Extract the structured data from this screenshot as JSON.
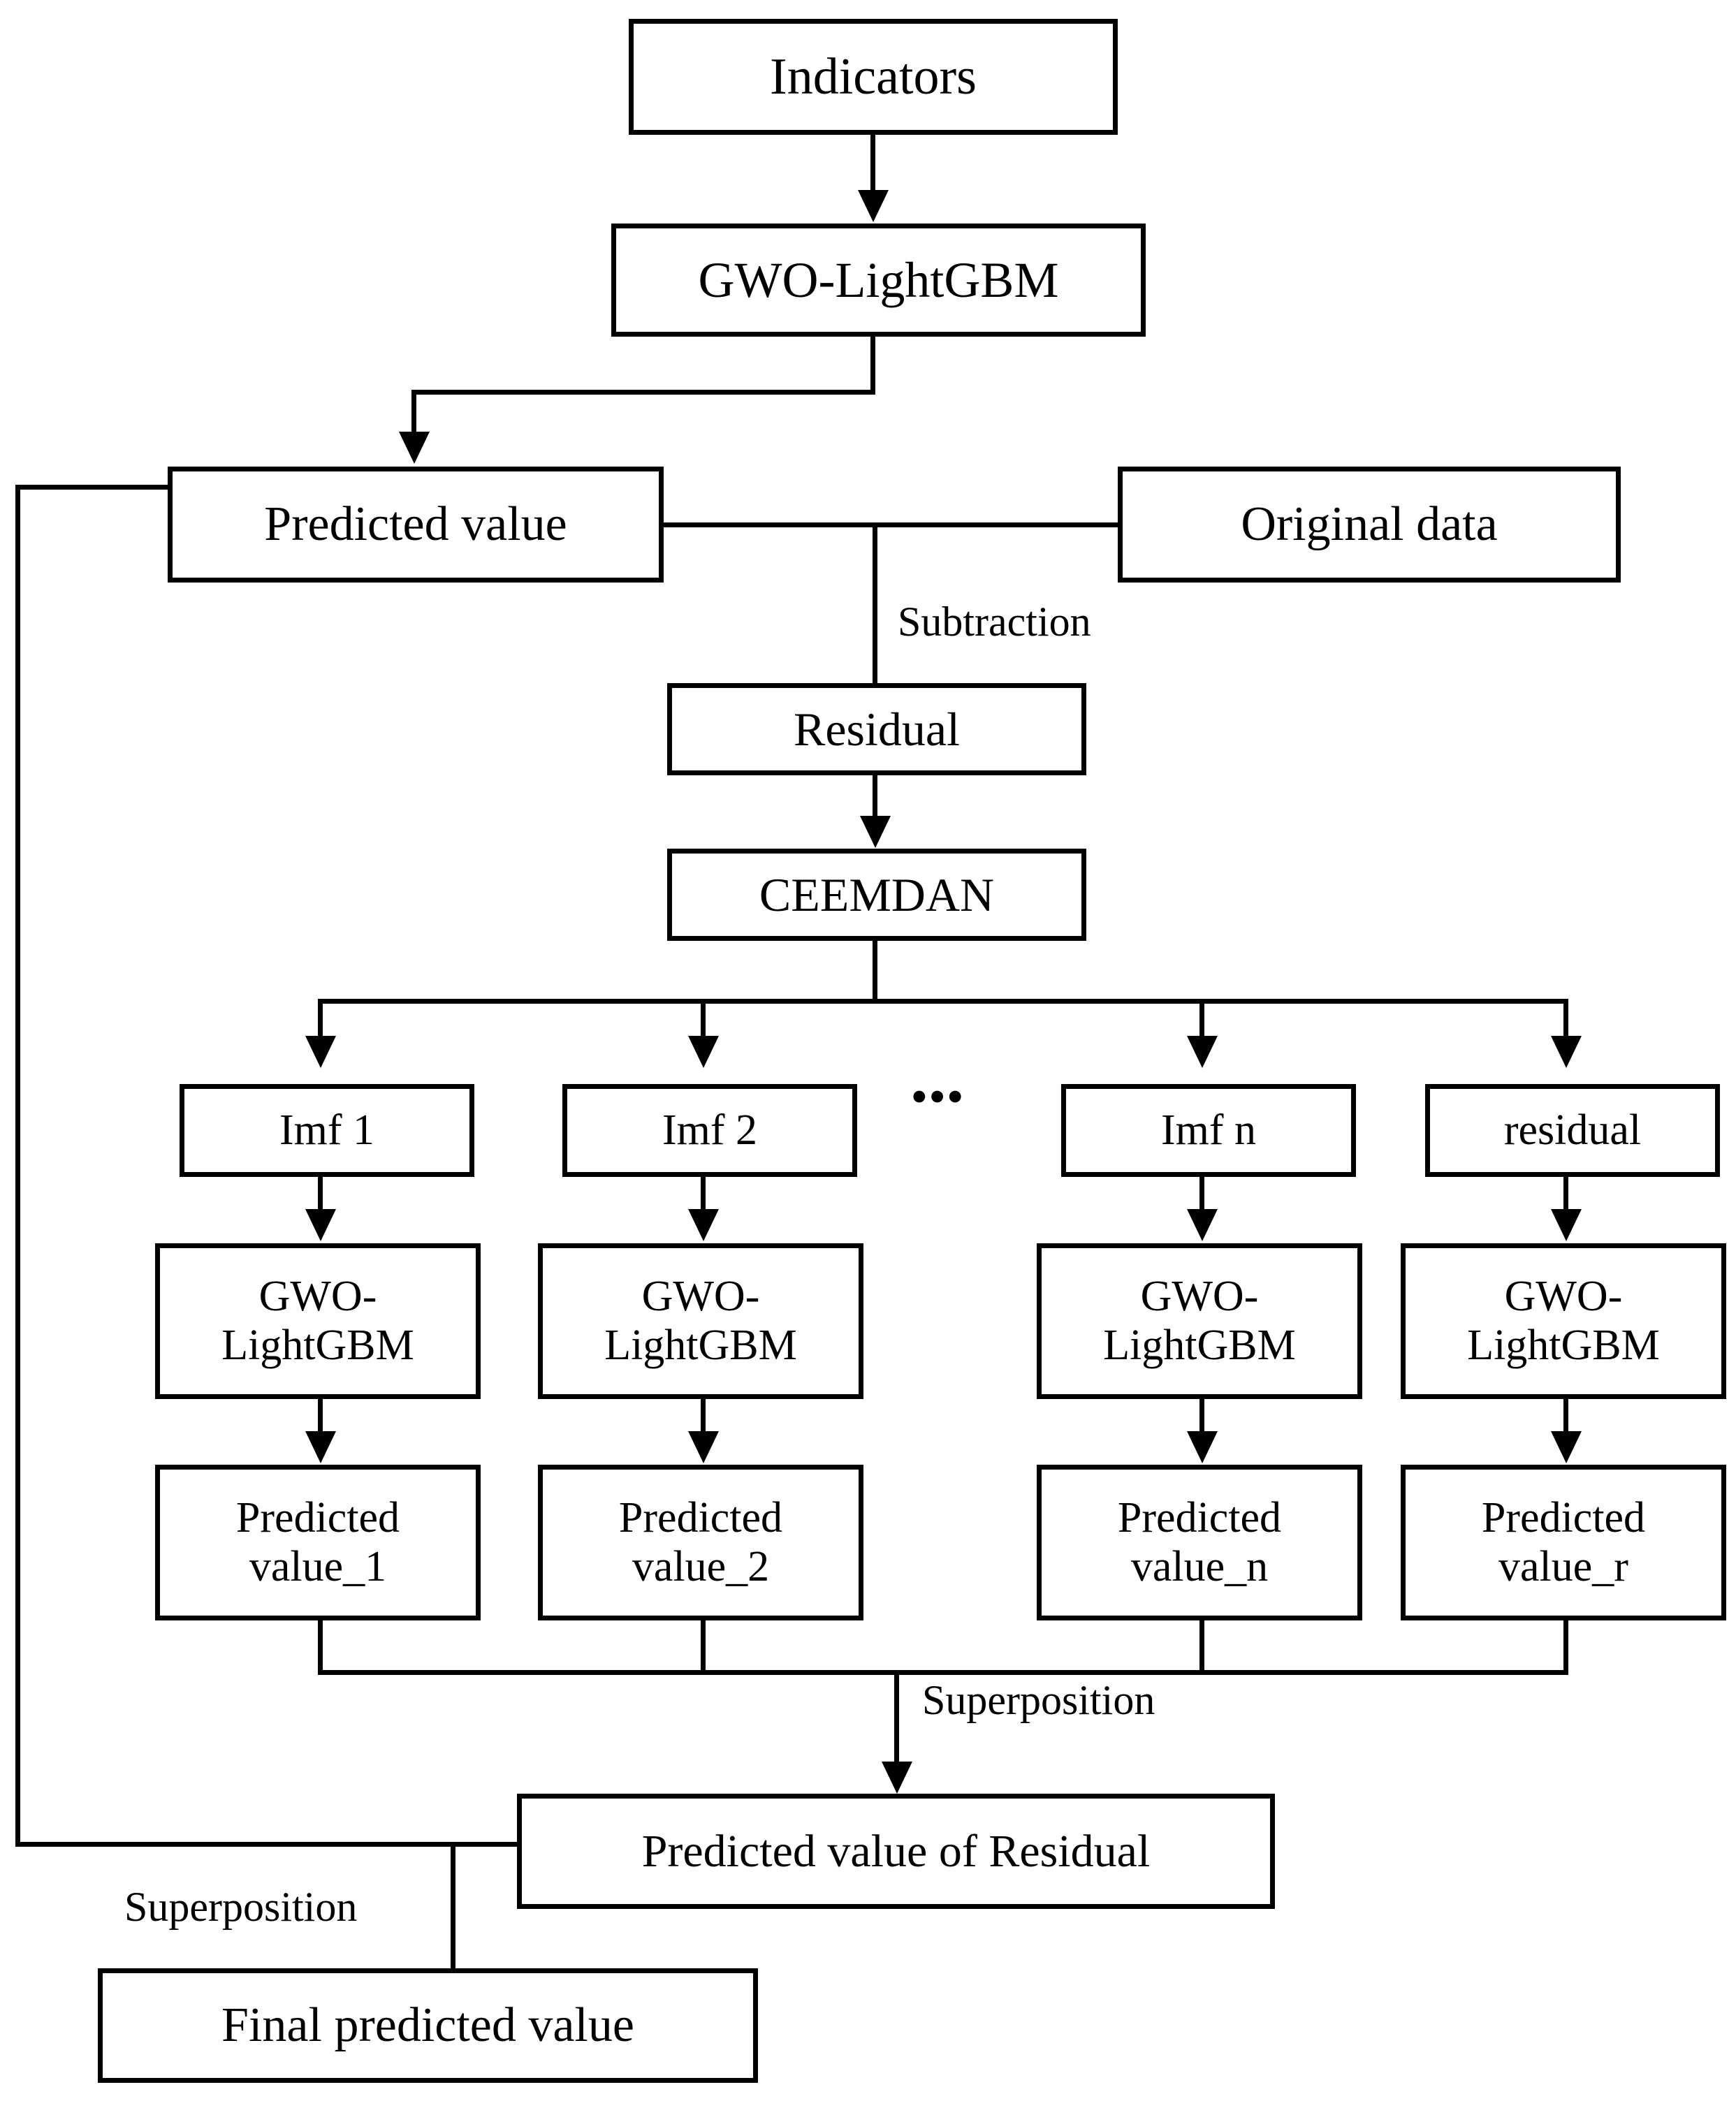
{
  "diagram": {
    "title": "Hybrid GWO-LightGBM with CEEMDAN residual correction flowchart",
    "colors": {
      "stroke": "#000000",
      "background": "#ffffff",
      "text": "#000000"
    },
    "nodes": {
      "indicators": "Indicators",
      "gwo_lightgbm_main": "GWO-LightGBM",
      "predicted_value": "Predicted value",
      "original_data": "Original data",
      "residual": "Residual",
      "ceemdan": "CEEMDAN",
      "imf1": "Imf 1",
      "imf2": "Imf 2",
      "imfn": "Imf n",
      "residual_component": "residual",
      "gwo_lightgbm_1": "GWO-\nLightGBM",
      "gwo_lightgbm_2": "GWO-\nLightGBM",
      "gwo_lightgbm_n": "GWO-\nLightGBM",
      "gwo_lightgbm_r": "GWO-\nLightGBM",
      "predicted_value_1": "Predicted\nvalue_1",
      "predicted_value_2": "Predicted\nvalue_2",
      "predicted_value_n": "Predicted\nvalue_n",
      "predicted_value_r": "Predicted\nvalue_r",
      "predicted_value_of_residual": "Predicted value of Residual",
      "final_predicted_value": "Final predicted value"
    },
    "edge_labels": {
      "subtraction": "Subtraction",
      "superposition_residual": "Superposition",
      "superposition_final": "Superposition"
    },
    "ellipsis": "•••"
  }
}
